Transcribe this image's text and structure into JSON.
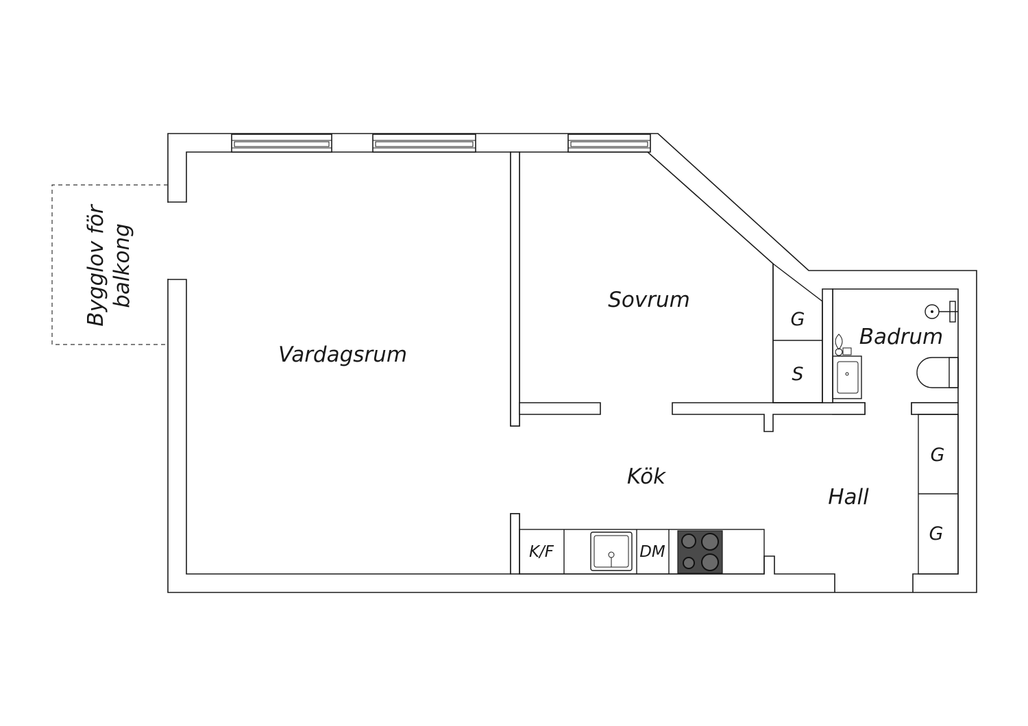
{
  "rooms": {
    "vardagsrum": "Vardagsrum",
    "sovrum": "Sovrum",
    "kok": "Kök",
    "hall": "Hall",
    "badrum": "Badrum"
  },
  "storage": {
    "sovrum_wardrobe": "G",
    "sovrum_closet": "S",
    "hall_wardrobe_1": "G",
    "hall_wardrobe_2": "G"
  },
  "kitchen": {
    "fridge_freezer": "K/F",
    "dishwasher": "DM"
  },
  "balcony": {
    "line1": "Bygglov för",
    "line2": "balkong"
  },
  "colors": {
    "line": "#1a1a1a",
    "background": "#ffffff",
    "stove": "#4a4a4a"
  },
  "icons": [
    "sink-icon",
    "stove-icon",
    "shower-icon",
    "toilet-icon",
    "washbasin-icon",
    "window-icon"
  ]
}
